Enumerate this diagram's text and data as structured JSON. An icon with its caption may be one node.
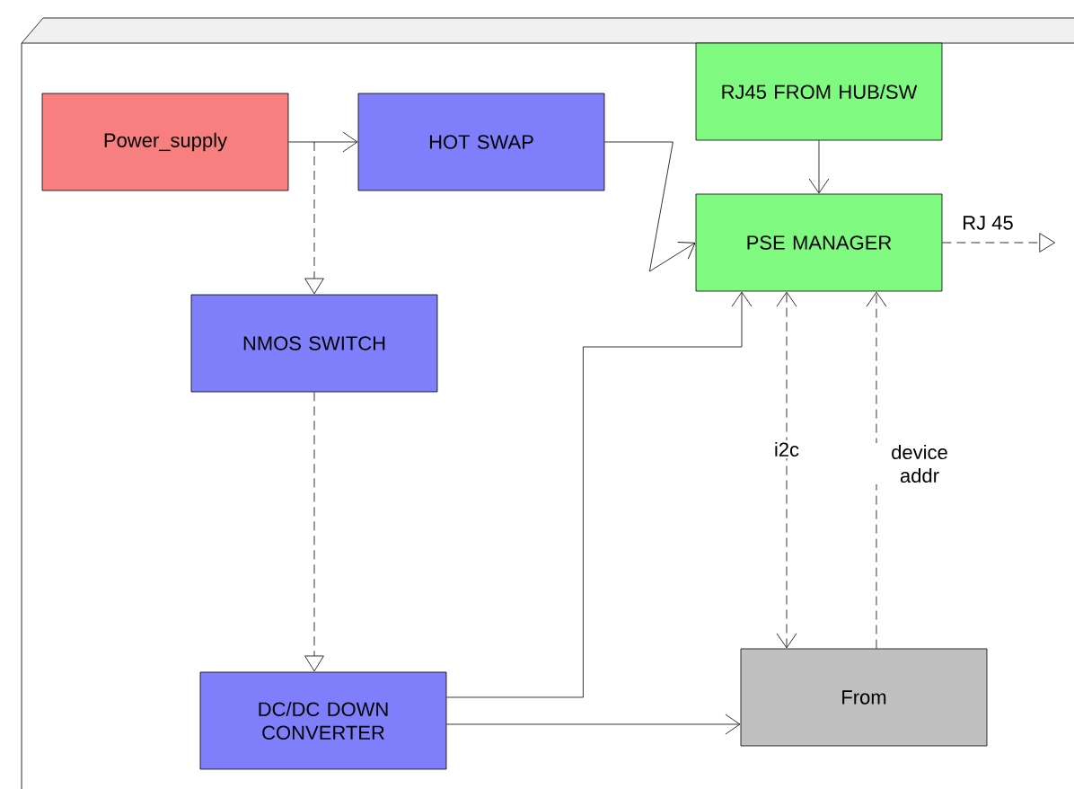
{
  "diagram": {
    "nodes": [
      {
        "text": [
          "Power_supply"
        ]
      },
      {
        "text": [
          "HOT SWAP"
        ]
      },
      {
        "text": [
          "RJ45 FROM HUB/SW"
        ]
      },
      {
        "text": [
          "PSE MANAGER"
        ]
      },
      {
        "text": [
          "NMOS SWITCH"
        ]
      },
      {
        "text": [
          "DC/DC DOWN CONVERTER"
        ]
      },
      {
        "text": [
          "From"
        ]
      }
    ],
    "edges": [
      {
        "from": 0,
        "to": 1,
        "arrow": "to"
      },
      {
        "from": 0,
        "to": 4,
        "arrow": "to",
        "style": "dashed"
      },
      {
        "from": 1,
        "to": 3,
        "arrow": "to"
      },
      {
        "from": 2,
        "to": 3,
        "arrow": "to"
      },
      {
        "from": 3,
        "to": null,
        "arrow": "to",
        "style": "dashed",
        "label": "RJ 45"
      },
      {
        "from": 4,
        "to": 5,
        "arrow": "to",
        "style": "dashed"
      },
      {
        "from": 5,
        "to": 3,
        "arrow": "to"
      },
      {
        "from": 5,
        "to": 6,
        "arrow": "to"
      },
      {
        "from": 6,
        "to": 3,
        "arrow": "both",
        "style": "dashed",
        "label": "i2c"
      },
      {
        "from": 6,
        "to": 3,
        "arrow": "to",
        "style": "dashed",
        "label": "device addr"
      }
    ]
  }
}
